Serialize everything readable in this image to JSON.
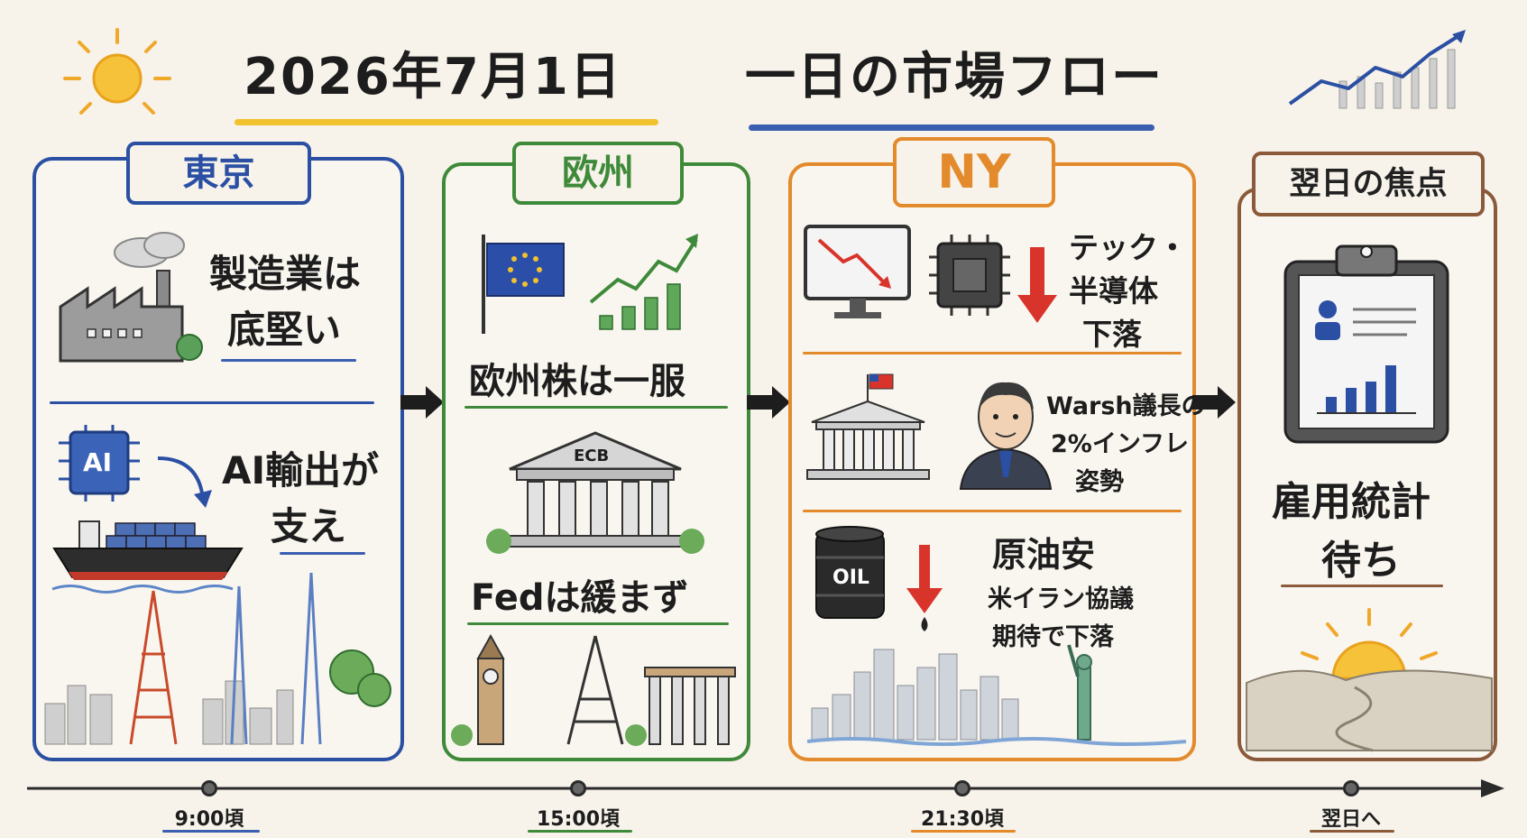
{
  "header": {
    "date": "2026年7月1日",
    "flow_title": "一日の市場フロー"
  },
  "tokyo": {
    "tab": "東京",
    "manufacturing_line1": "製造業は",
    "manufacturing_line2": "底堅い",
    "ai_chip_label": "AI",
    "ai_export_line1": "AI輸出が",
    "ai_export_line2": "支え"
  },
  "europe": {
    "tab": "欧州",
    "stocks_text": "欧州株は一服",
    "ecb_label": "ECB",
    "fed_text": "Fedは緩まず"
  },
  "ny": {
    "tab": "NY",
    "tech_line1": "テック・",
    "tech_line2": "半導体",
    "tech_line3": "下落",
    "warsh_line1": "Warsh議長の",
    "warsh_line2": "2%インフレ",
    "warsh_line3": "姿勢",
    "oil_barrel_label": "OIL",
    "oil_line1": "原油安",
    "oil_line2": "米イラン協議",
    "oil_line3": "期待で下落"
  },
  "next": {
    "tab": "翌日の焦点",
    "employment_line1": "雇用統計",
    "employment_line2": "待ち"
  },
  "timeline": {
    "t1": "9:00頃",
    "t2": "15:00頃",
    "t3": "21:30頃",
    "t4": "翌日へ"
  },
  "colors": {
    "tokyo": "#2a4fa3",
    "europe": "#3f8a3a",
    "ny": "#e38a2c",
    "next": "#8a5a3a",
    "accent_yellow": "#f2c12e",
    "down_red": "#d9342b"
  }
}
